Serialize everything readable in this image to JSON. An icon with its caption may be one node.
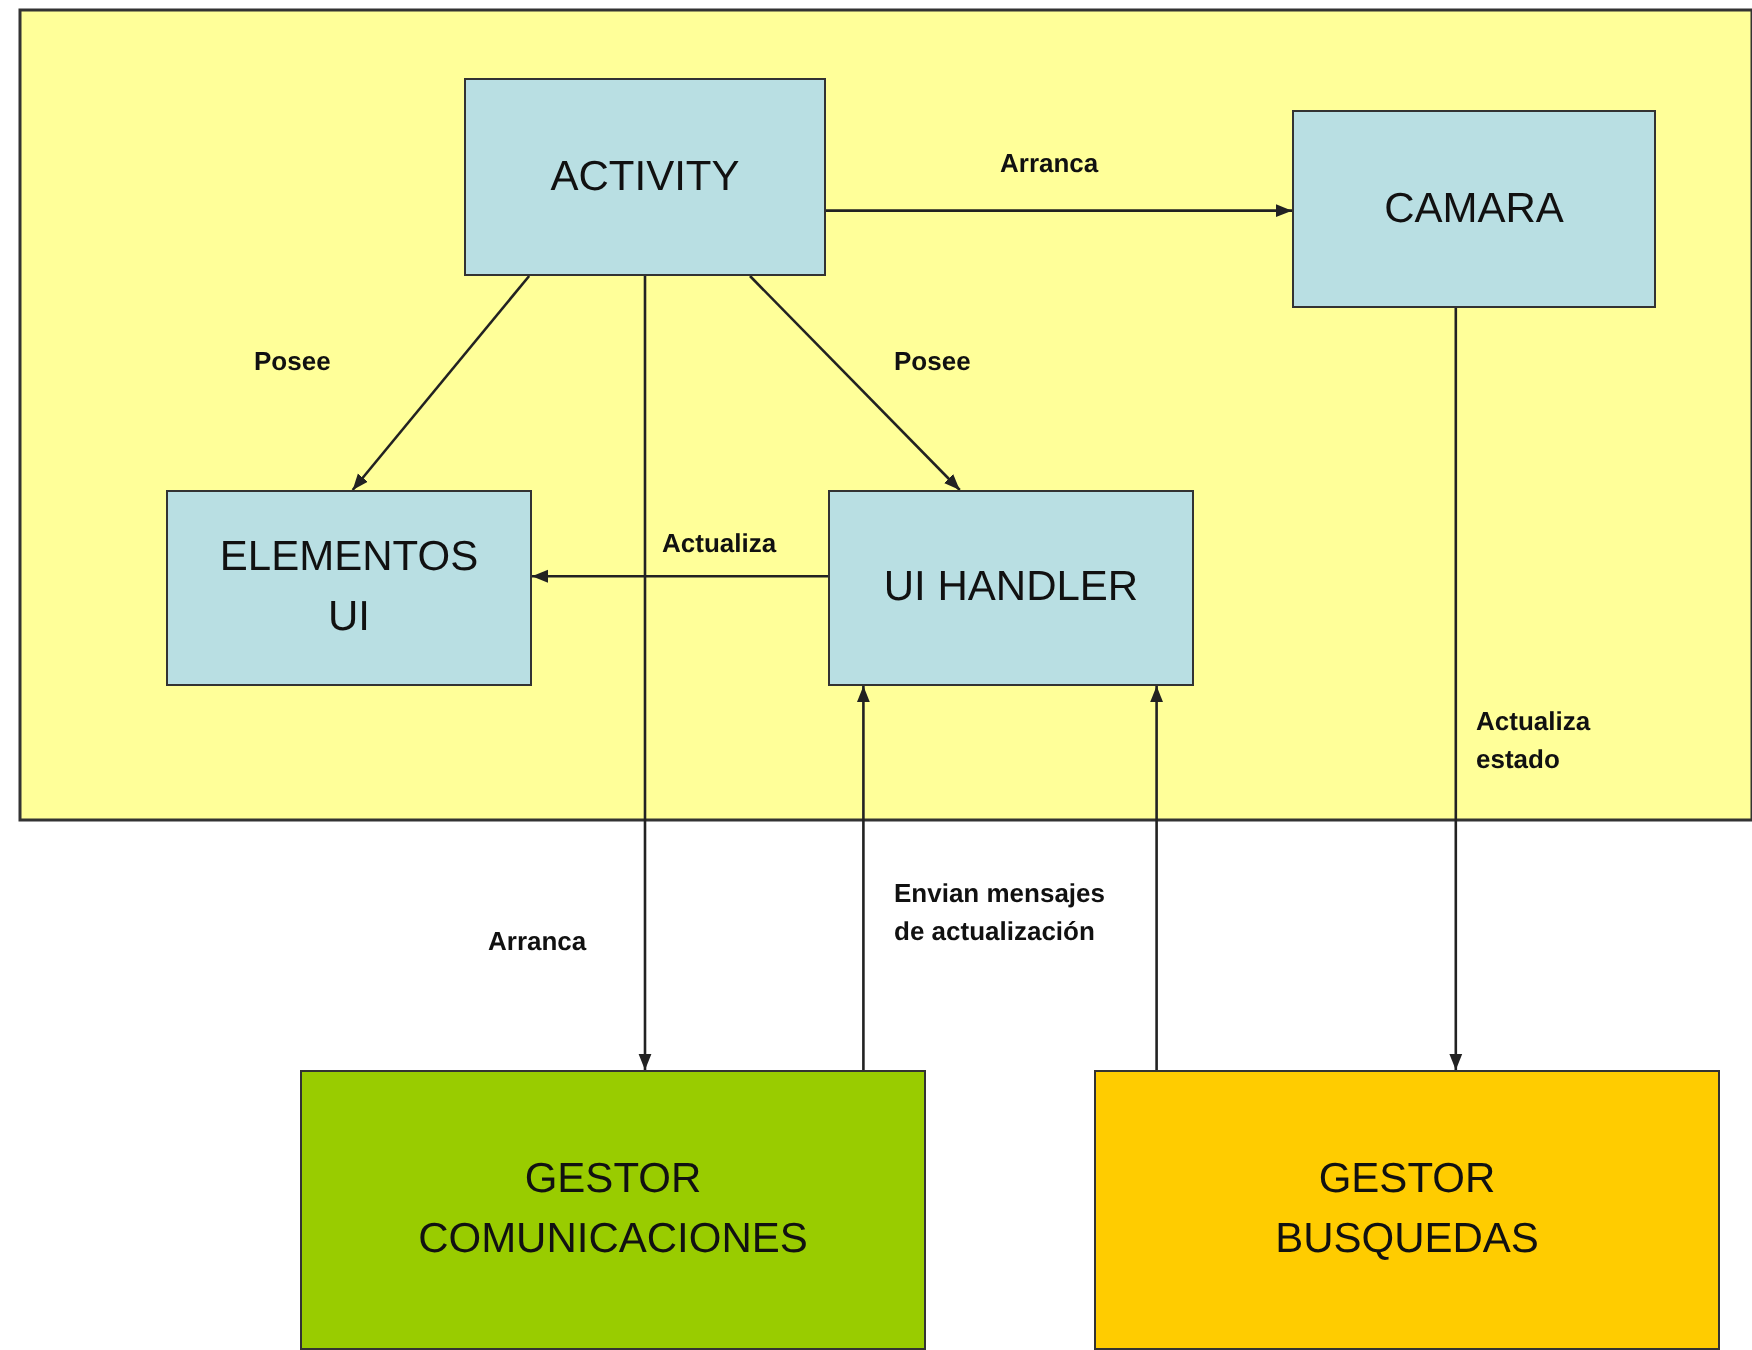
{
  "diagram": {
    "nodes": [
      {
        "text": [
          "ACTIVITY"
        ]
      },
      {
        "text": [
          "CAMARA"
        ]
      },
      {
        "text": [
          "ELEMENTOS UI"
        ]
      },
      {
        "text": [
          "UI HANDLER"
        ]
      },
      {
        "text": [
          "GESTOR COMUNICACIONES"
        ]
      },
      {
        "text": [
          "GESTOR BUSQUEDAS"
        ]
      }
    ],
    "edges": [
      {
        "from": 0,
        "to": 1,
        "arrow": "to",
        "label": "Arranca"
      },
      {
        "from": 0,
        "to": 2,
        "arrow": "to",
        "label": "Posee"
      },
      {
        "from": 0,
        "to": 3,
        "arrow": "to",
        "label": "Posee"
      },
      {
        "from": 3,
        "to": 2,
        "arrow": "to",
        "label": "Actualiza"
      },
      {
        "from": 0,
        "to": 4,
        "arrow": "to",
        "label": "Arranca"
      },
      {
        "from": 4,
        "to": 3,
        "arrow": "to",
        "label": "Envian mensajes de actualización"
      },
      {
        "from": 5,
        "to": 3,
        "arrow": "to"
      },
      {
        "from": 1,
        "to": 5,
        "arrow": "to",
        "label": "Actualiza estado"
      }
    ]
  }
}
